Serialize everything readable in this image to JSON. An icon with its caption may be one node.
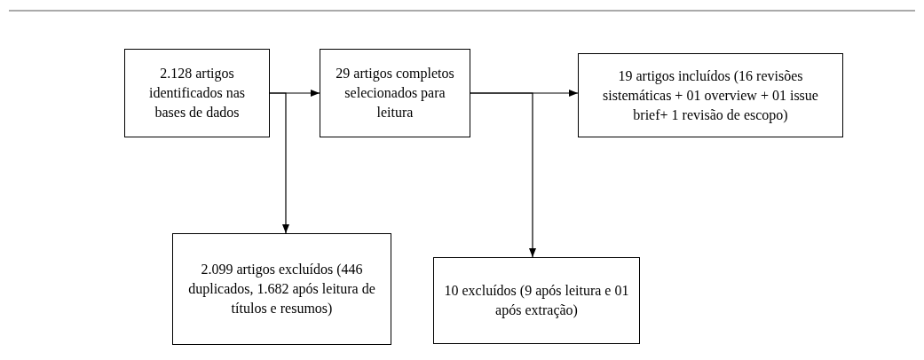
{
  "diagram": {
    "nodes": [
      {
        "text": [
          "2.128 artigos identificados nas bases de dados"
        ]
      },
      {
        "text": [
          "29 artigos completos selecionados para leitura"
        ]
      },
      {
        "text": [
          "19 artigos incluídos (16 revisões sistemáticas + 01 overview + 01 issue brief+ 1 revisão de escopo)"
        ]
      },
      {
        "text": [
          "2.099 artigos excluídos (446 duplicados, 1.682 após leitura de títulos e resumos)"
        ]
      },
      {
        "text": [
          "10 excluídos (9 após leitura e 01 após extração)"
        ]
      }
    ],
    "edges": [
      {
        "from": 0,
        "to": 1,
        "arrow": "to"
      },
      {
        "from": 0,
        "to": 3,
        "arrow": "to"
      },
      {
        "from": 1,
        "to": 2,
        "arrow": "to"
      },
      {
        "from": 1,
        "to": 4,
        "arrow": "to"
      }
    ]
  }
}
